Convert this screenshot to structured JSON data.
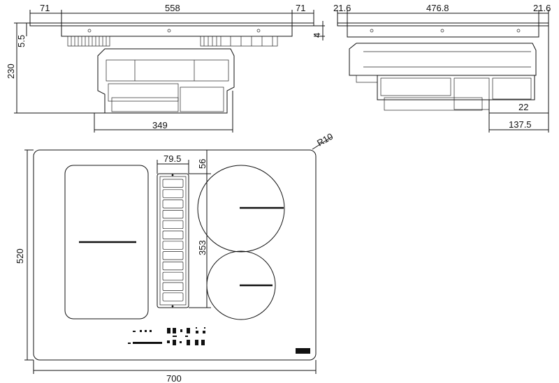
{
  "drawing": {
    "top_view": {
      "dim_overall": "558",
      "dim_left_overhang": "71",
      "dim_right_overhang": "71",
      "dim_glass_thickness": "5.5",
      "dim_frame_height": "4",
      "dim_depth_below": "230",
      "dim_unit_width": "349"
    },
    "side_view": {
      "dim_overall": "476.8",
      "dim_left_overhang": "21.6",
      "dim_right_overhang": "21.6",
      "dim_bottom_offset": "22",
      "dim_unit_depth": "137.5"
    },
    "plan_view": {
      "dim_width": "700",
      "dim_depth": "520",
      "dim_vent_width": "79.5",
      "dim_vent_offset": "56",
      "dim_vent_length": "353",
      "dim_corner_radius": "R10"
    }
  }
}
